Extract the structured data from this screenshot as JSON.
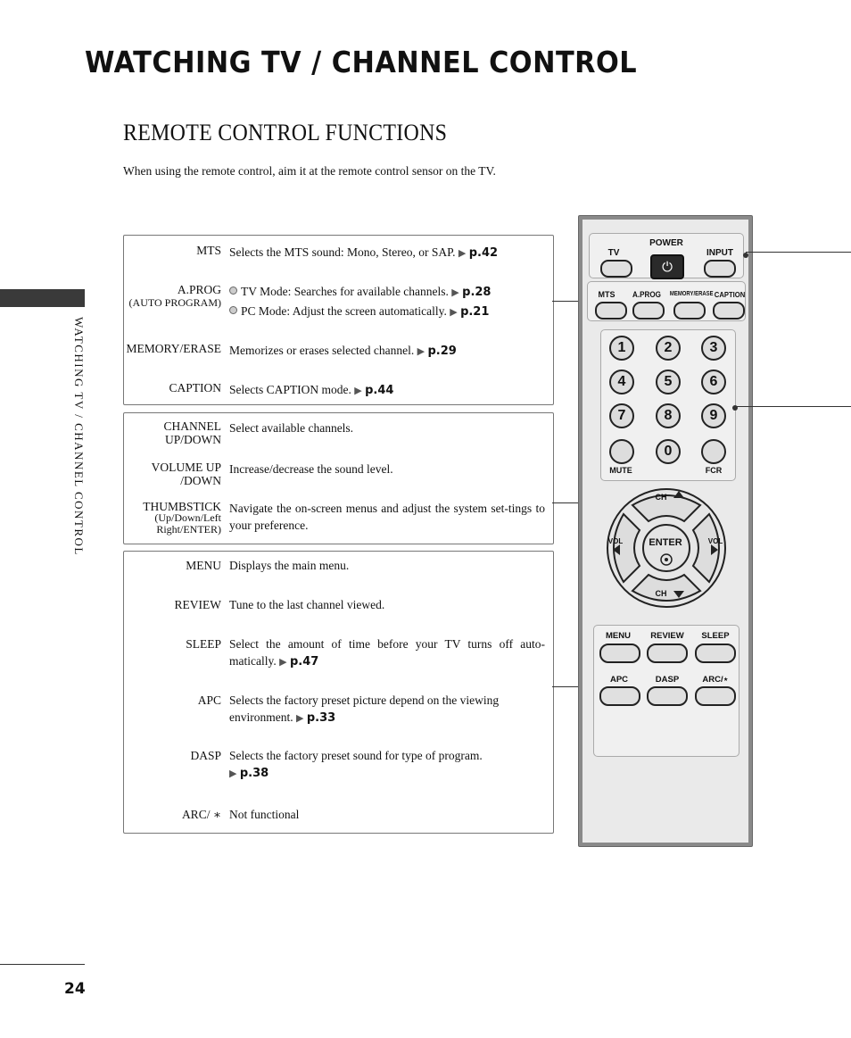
{
  "header": {
    "title": "WATCHING TV / CHANNEL CONTROL",
    "section": "REMOTE CONTROL FUNCTIONS",
    "intro": "When using the remote control, aim it at the remote control sensor on the TV."
  },
  "sidebar": {
    "label": "WATCHING TV / CHANNEL CONTROL"
  },
  "footer": {
    "page_number": "24"
  },
  "box1": {
    "mts": {
      "term": "MTS",
      "desc": "Selects the MTS sound: Mono, Stereo, or SAP.",
      "ref": "p.42"
    },
    "aprog": {
      "term": "A.PROG",
      "sub": "(AUTO PROGRAM)",
      "tv": "TV Mode: Searches for available channels.",
      "tv_ref": "p.28",
      "pc": "PC Mode: Adjust the screen automatically.",
      "pc_ref": "p.21"
    },
    "memory": {
      "term": "MEMORY/ERASE",
      "desc": "Memorizes or erases selected channel.",
      "ref": "p.29"
    },
    "caption": {
      "term": "CAPTION",
      "desc": "Selects CAPTION mode.",
      "ref": "p.44"
    }
  },
  "box2": {
    "channel": {
      "term1": "CHANNEL",
      "term2": "UP/DOWN",
      "desc": "Select available channels."
    },
    "volume": {
      "term1": "VOLUME UP",
      "term2": "/DOWN",
      "desc": "Increase/decrease the sound level."
    },
    "thumb": {
      "term": "THUMBSTICK",
      "sub1": "(Up/Down/Left",
      "sub2": "Right/ENTER)",
      "desc": "Navigate the on-screen menus and adjust the system set-tings to your preference."
    }
  },
  "box3": {
    "menu": {
      "term": "MENU",
      "desc": "Displays the main menu."
    },
    "review": {
      "term": "REVIEW",
      "desc": "Tune to the last channel viewed."
    },
    "sleep": {
      "term": "SLEEP",
      "desc": "Select the amount of time before your TV turns off auto-matically.",
      "ref": "p.47"
    },
    "apc": {
      "term": "APC",
      "desc": "Selects the factory preset picture depend on the viewing environment.",
      "ref": "p.33"
    },
    "dasp": {
      "term": "DASP",
      "desc": "Selects the factory preset sound for type of program.",
      "ref": "p.38"
    },
    "arc": {
      "term": "ARC/ ∗",
      "desc": "Not functional"
    }
  },
  "remote": {
    "power": "POWER",
    "tv": "TV",
    "input": "INPUT",
    "mts": "MTS",
    "aprog": "A.PROG",
    "memory": "MEMORY/ERASE",
    "caption": "CAPTION",
    "digits": [
      "1",
      "2",
      "3",
      "4",
      "5",
      "6",
      "7",
      "8",
      "9",
      "0"
    ],
    "mute": "MUTE",
    "fcr": "FCR",
    "ch_up": "CH",
    "ch_down": "CH",
    "vol_left": "VOL",
    "vol_right": "VOL",
    "enter": "ENTER",
    "menu": "MENU",
    "review": "REVIEW",
    "sleep": "SLEEP",
    "apc": "APC",
    "dasp": "DASP",
    "arc": "ARC/⋆"
  }
}
